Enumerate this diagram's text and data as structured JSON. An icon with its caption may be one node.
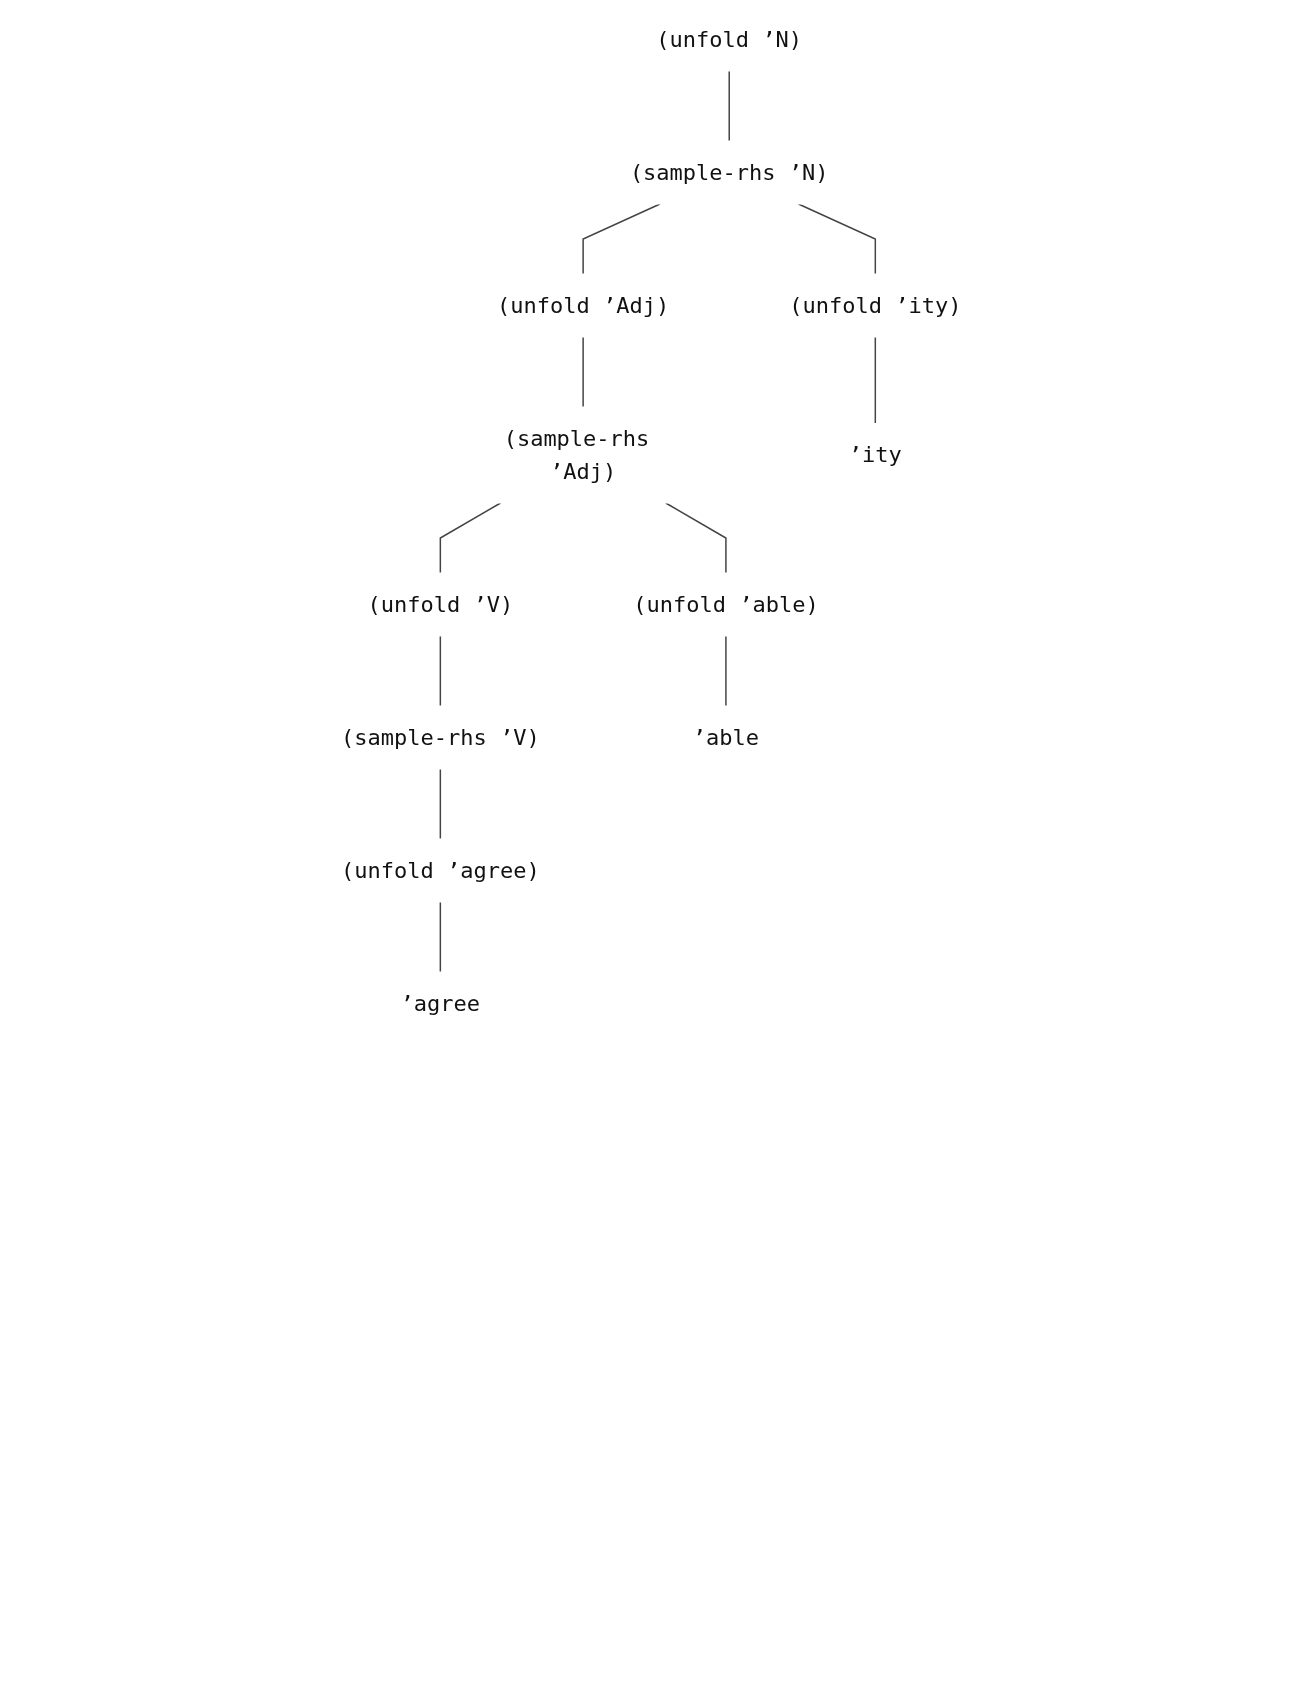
{
  "diagram": {
    "nodes": [
      {
        "text": [
          "(unfold ’N)"
        ]
      },
      {
        "text": [
          "(sample-rhs ’N)"
        ]
      },
      {
        "text": [
          "(unfold ’Adj)"
        ]
      },
      {
        "text": [
          "(unfold ’ity)"
        ]
      },
      {
        "text": [
          "(sample-rhs ’Adj)"
        ]
      },
      {
        "text": [
          "’ity"
        ]
      },
      {
        "text": [
          "(unfold ’V)"
        ]
      },
      {
        "text": [
          "(unfold ’able)"
        ]
      },
      {
        "text": [
          "(sample-rhs ’V)"
        ]
      },
      {
        "text": [
          "’able"
        ]
      },
      {
        "text": [
          "(unfold ’agree)"
        ]
      },
      {
        "text": [
          "’agree"
        ]
      }
    ],
    "edges": [
      {
        "from": 0,
        "to": 1,
        "arrow": "none"
      },
      {
        "from": 1,
        "to": 2,
        "arrow": "none"
      },
      {
        "from": 1,
        "to": 3,
        "arrow": "none"
      },
      {
        "from": 2,
        "to": 4,
        "arrow": "none"
      },
      {
        "from": 3,
        "to": 5,
        "arrow": "none"
      },
      {
        "from": 4,
        "to": 6,
        "arrow": "none"
      },
      {
        "from": 4,
        "to": 7,
        "arrow": "none"
      },
      {
        "from": 6,
        "to": 8,
        "arrow": "none"
      },
      {
        "from": 7,
        "to": 9,
        "arrow": "none"
      },
      {
        "from": 8,
        "to": 10,
        "arrow": "none"
      },
      {
        "from": 10,
        "to": 11,
        "arrow": "none"
      }
    ]
  }
}
